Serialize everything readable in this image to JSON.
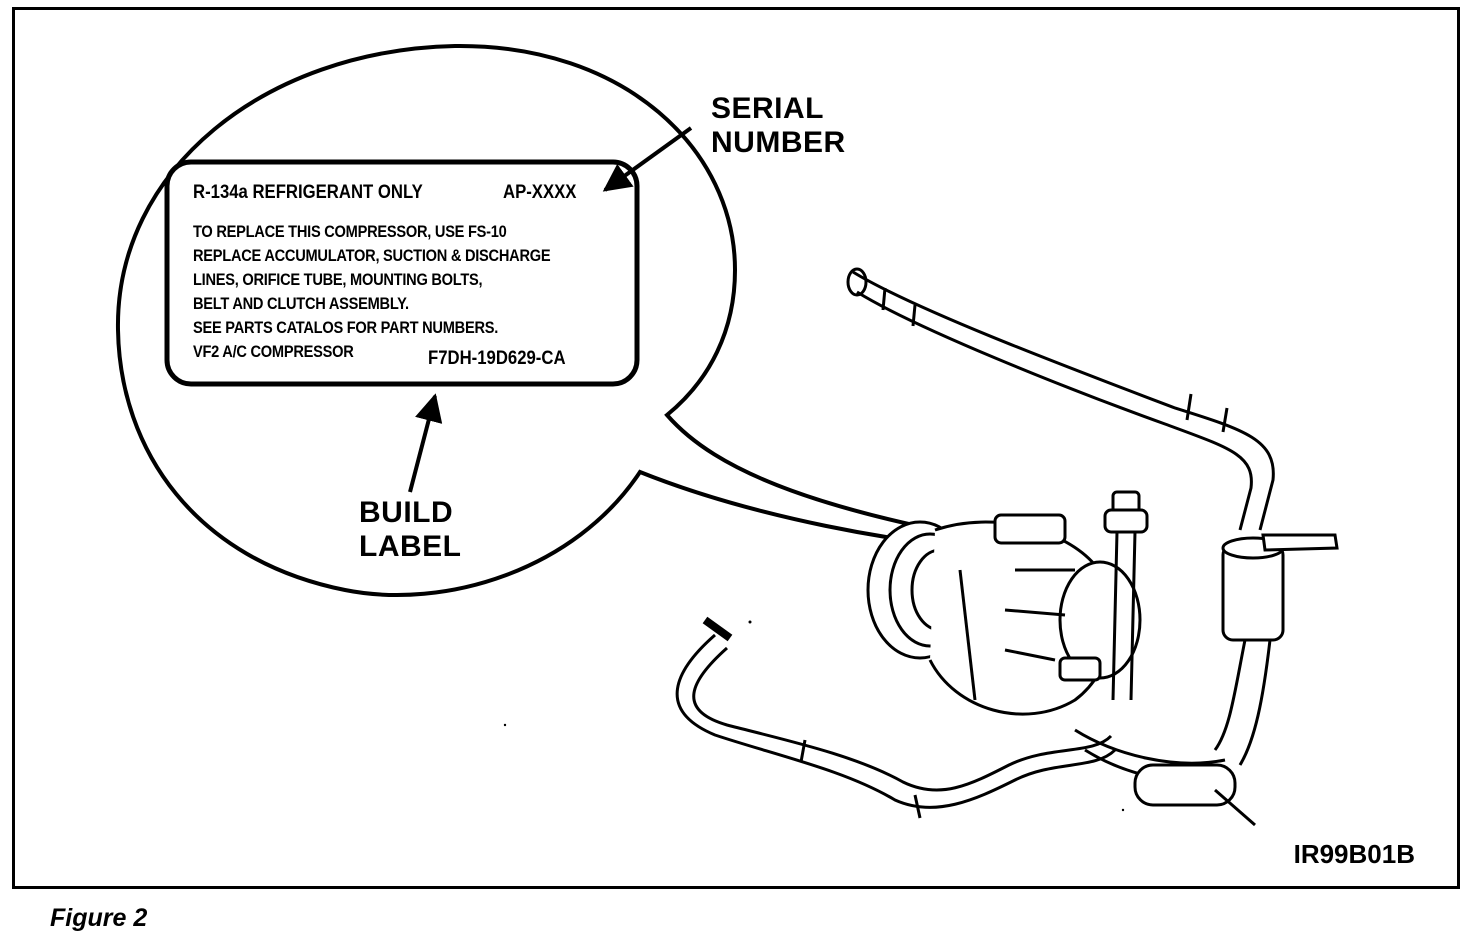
{
  "figure": {
    "caption": "Figure 2",
    "code": "IR99B01B"
  },
  "callouts": {
    "serial_number": [
      "SERIAL",
      "NUMBER"
    ],
    "build_label": [
      "BUILD",
      "LABEL"
    ]
  },
  "build_label_plate": {
    "refrigerant": "R-134a REFRIGERANT ONLY",
    "serial": "AP-XXXX",
    "lines": [
      "TO REPLACE THIS COMPRESSOR, USE FS-10",
      "REPLACE ACCUMULATOR, SUCTION & DISCHARGE",
      "LINES, ORIFICE TUBE, MOUNTING BOLTS,",
      "BELT AND CLUTCH ASSEMBLY.",
      "SEE PARTS CATALOS FOR PART NUMBERS.",
      "VF2 A/C COMPRESSOR"
    ],
    "part_number": "F7DH-19D629-CA"
  }
}
